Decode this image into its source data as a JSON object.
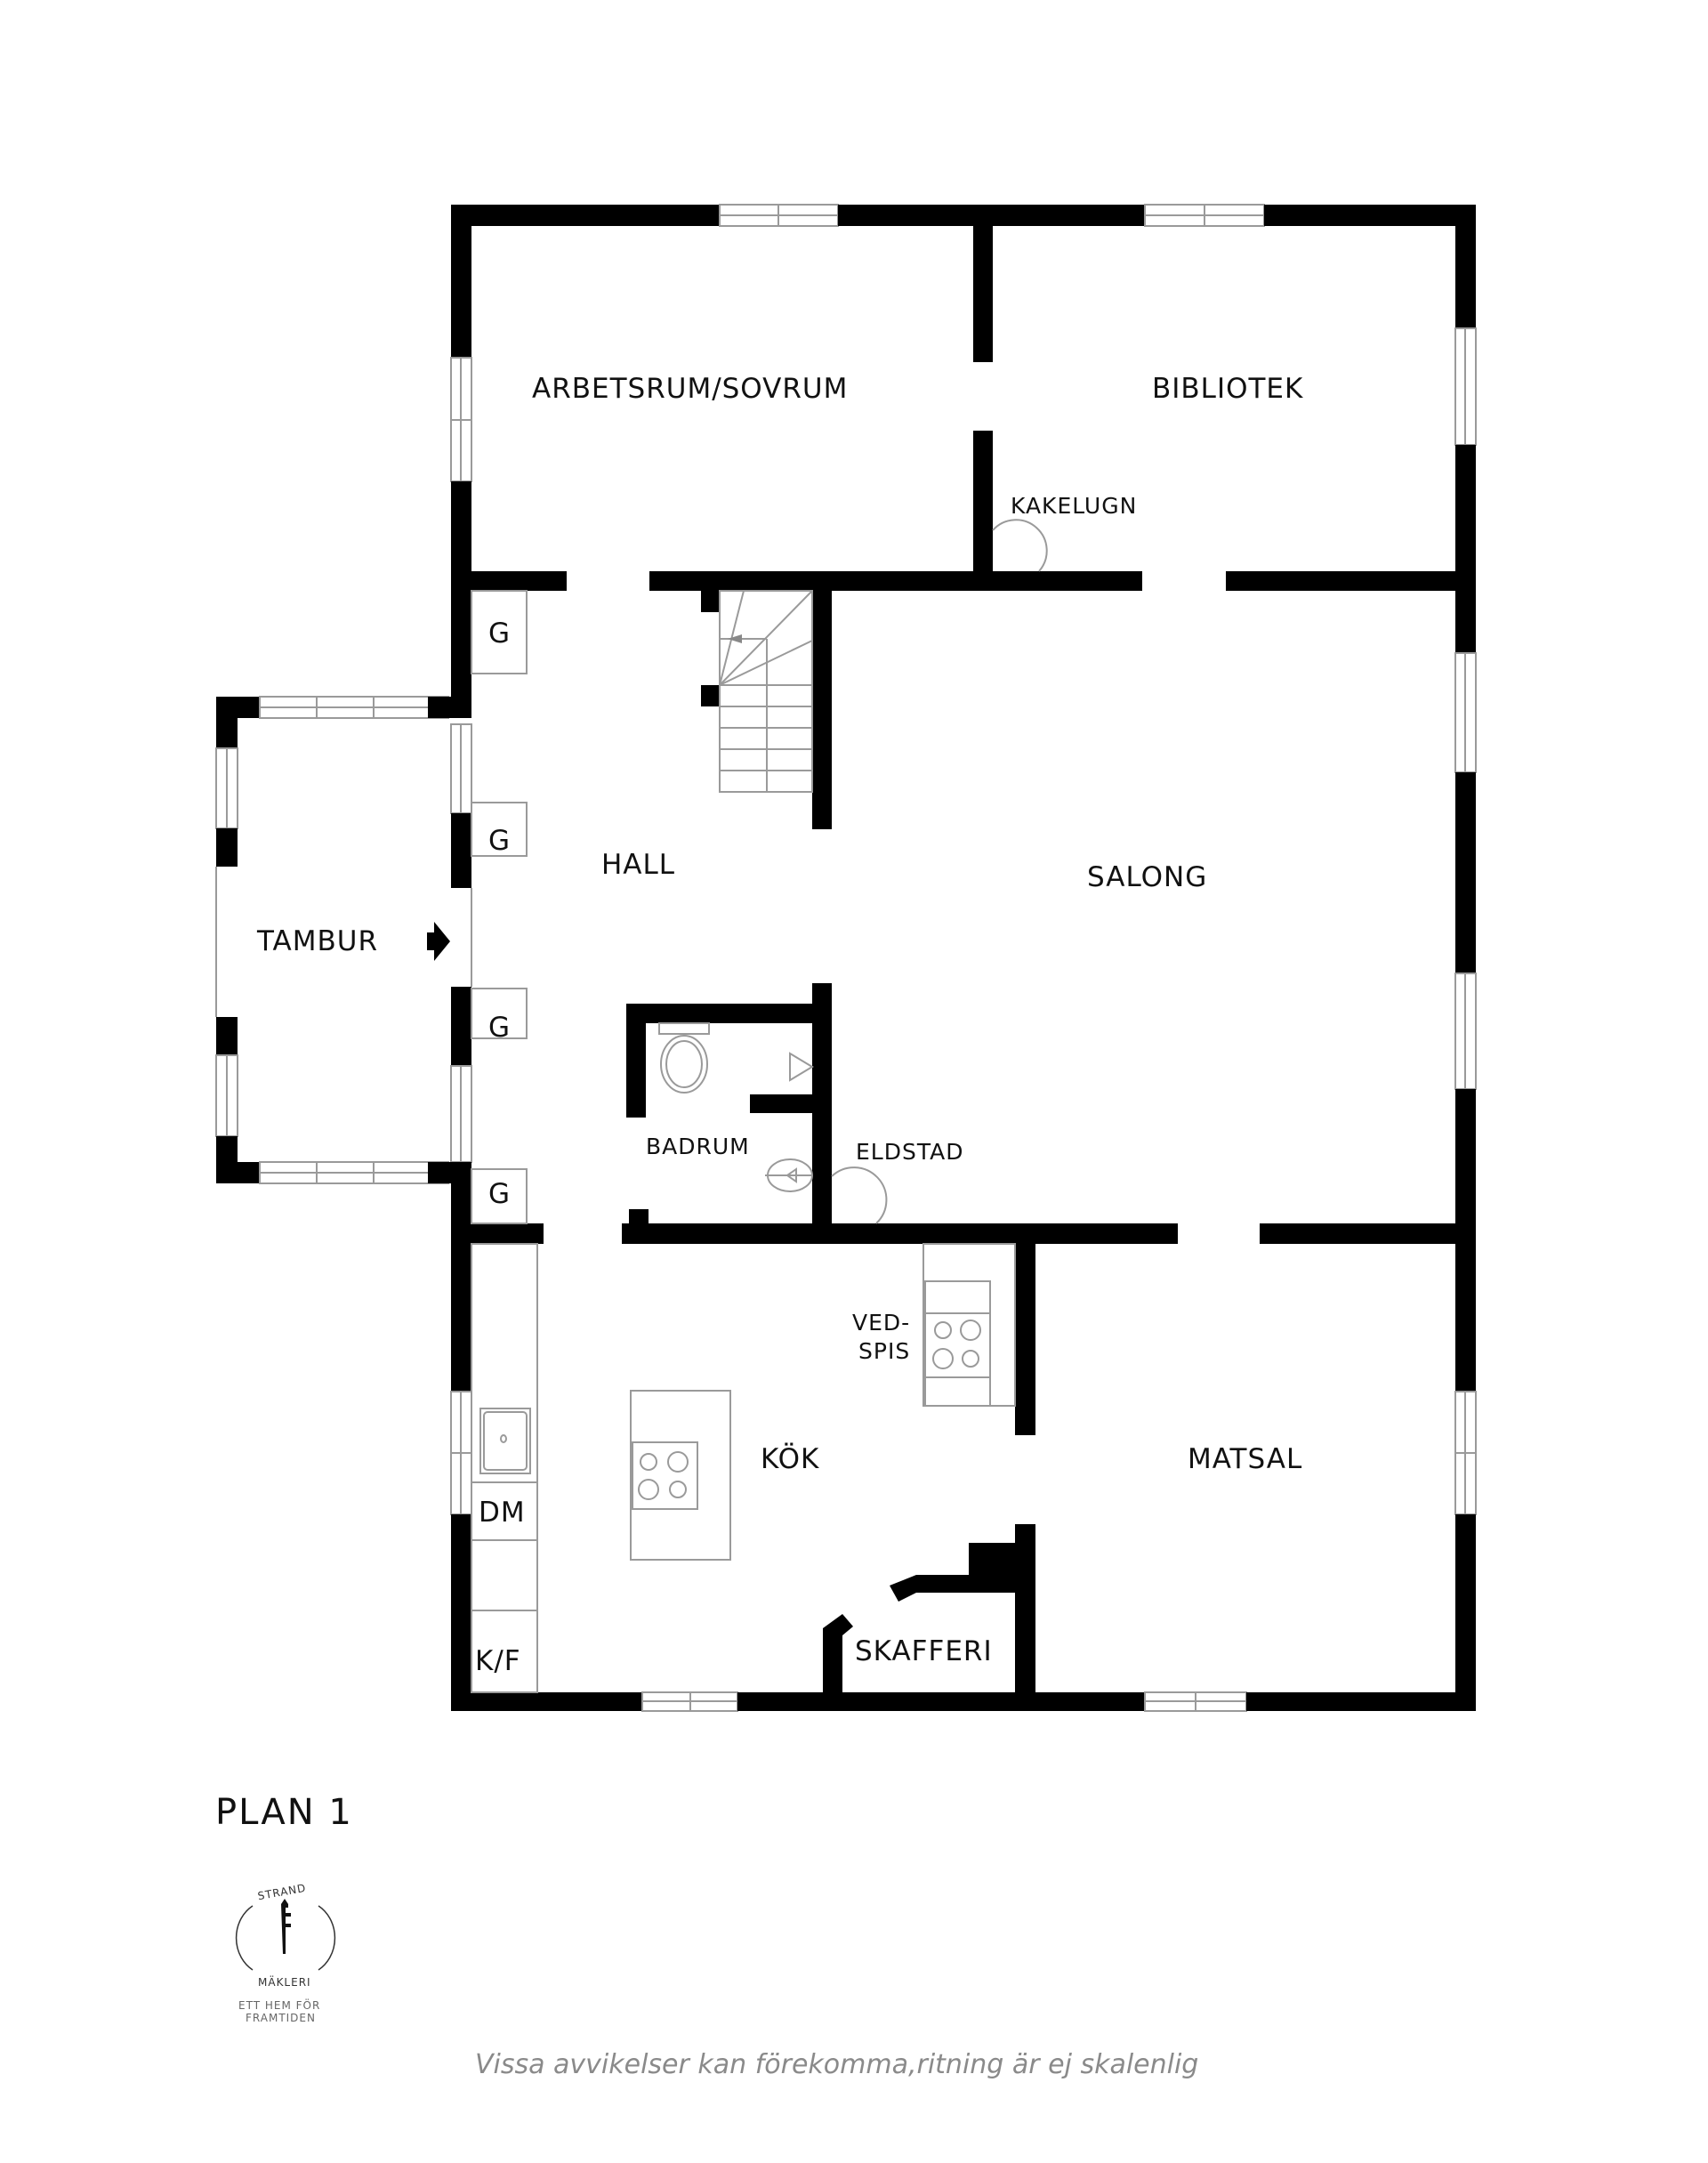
{
  "floorplan": {
    "title": "PLAN 1",
    "rooms": {
      "arbetsrum": "ARBETSRUM/SOVRUM",
      "bibliotek": "BIBLIOTEK",
      "hall": "HALL",
      "salong": "SALONG",
      "tambur": "TAMBUR",
      "badrum": "BADRUM",
      "kok": "KÖK",
      "matsal": "MATSAL",
      "skafferi": "SKAFFERI"
    },
    "fixtures": {
      "kakelugn": "KAKELUGN",
      "eldstad": "ELDSTAD",
      "vedspis_line1": "VED-",
      "vedspis_line2": "SPIS",
      "garderob": "G",
      "diskmaskin": "DM",
      "kyl_frys": "K/F"
    },
    "colors": {
      "wall": "#000000",
      "fixture_line": "#9a9a9a",
      "disclaimer": "#8a8a8a"
    }
  },
  "logo": {
    "top_text": "STRAND",
    "bottom_text": "MÄKLERI",
    "tagline_line1": "ETT HEM FÖR",
    "tagline_line2": "FRAMTIDEN"
  },
  "footer": {
    "disclaimer": "Vissa avvikelser kan förekomma,ritning är ej skalenlig"
  }
}
